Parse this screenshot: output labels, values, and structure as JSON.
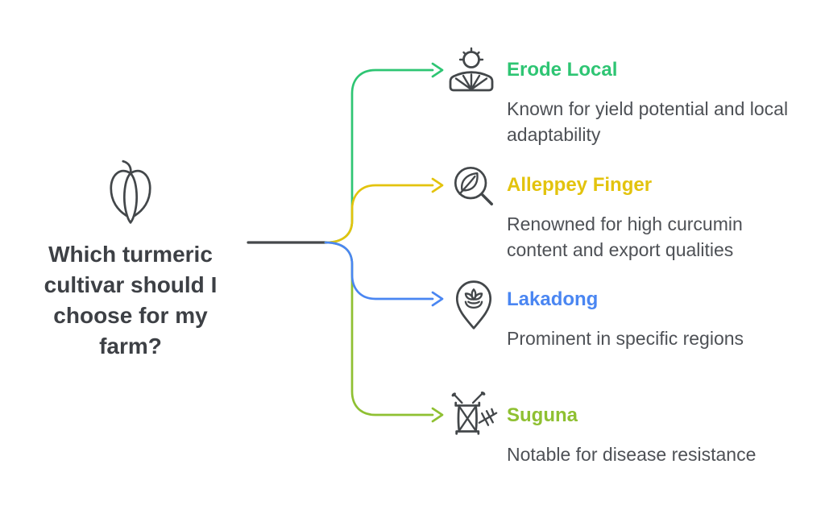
{
  "question": {
    "text": "Which turmeric cultivar should I choose for my farm?",
    "icon": "pumpkin-icon"
  },
  "branches": [
    {
      "title": "Erode Local",
      "description": "Known for yield potential and local adaptability",
      "color": "#2ec573",
      "icon": "farm-field-sun-icon"
    },
    {
      "title": "Alleppey Finger",
      "description": "Renowned for high curcumin content and export qualities",
      "color": "#e3c30d",
      "icon": "leaf-magnifier-icon"
    },
    {
      "title": "Lakadong",
      "description": "Prominent in specific regions",
      "color": "#4a86f2",
      "icon": "plant-location-pin-icon"
    },
    {
      "title": "Suguna",
      "description": "Notable for disease resistance",
      "color": "#8fc032",
      "icon": "pest-bug-icon"
    }
  ],
  "colors": {
    "question_text": "#3d4045",
    "description_text": "#4e5156",
    "icon_stroke": "#43474a",
    "root_line": "#45484b",
    "background": "#ffffff"
  }
}
